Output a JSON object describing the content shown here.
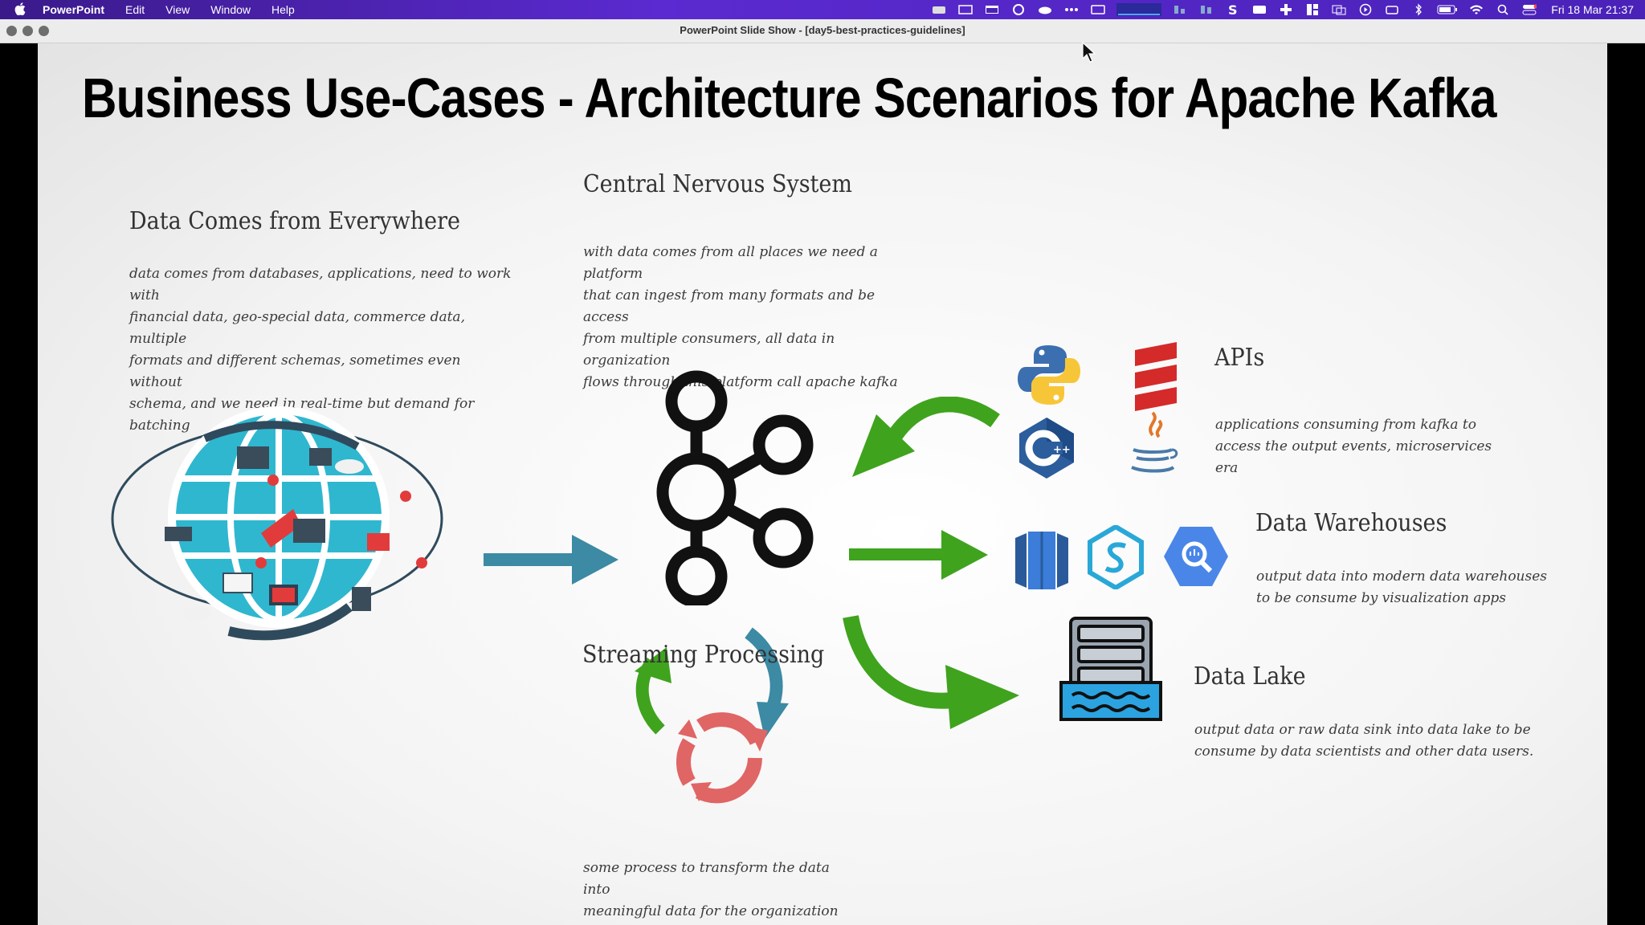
{
  "menubar": {
    "app_name": "PowerPoint",
    "menus": [
      "Edit",
      "View",
      "Window",
      "Help"
    ],
    "clock": "Fri 18 Mar  21:37"
  },
  "window": {
    "title": "PowerPoint Slide Show - [day5-best-practices-guidelines]"
  },
  "slide": {
    "title": "Business Use-Cases - Architecture Scenarios for Apache Kafka",
    "sections": {
      "everywhere": {
        "heading": "Data Comes from Everywhere",
        "lines": [
          "data comes from databases, applications, need to work with",
          "financial data, geo-special data, commerce data, multiple",
          "formats and different schemas, sometimes even without",
          "schema, and we need in real-time but demand for batching"
        ]
      },
      "cns": {
        "heading": "Central Nervous System",
        "lines": [
          "with data comes from all places we need a platform",
          "that can ingest from many formats and be access",
          "from multiple consumers, all data in organization",
          "flows through this platform call apache kafka"
        ]
      },
      "apis": {
        "heading": "APIs",
        "lines": [
          "applications consuming from kafka to",
          "access the output events, microservices era"
        ]
      },
      "warehouses": {
        "heading": "Data Warehouses",
        "lines": [
          "output data into modern data warehouses",
          "to be consume by visualization apps"
        ]
      },
      "lake": {
        "heading": "Data Lake",
        "lines": [
          "output data or raw data sink into data lake to be",
          "consume by data scientists and other data users."
        ]
      },
      "streaming": {
        "heading": "Streaming Processing",
        "lines": [
          "some process to transform the data into",
          "meaningful data for the organization"
        ]
      }
    }
  },
  "colors": {
    "arrow_green": "#3fa31e",
    "arrow_teal": "#3c8aa3",
    "kafka_black": "#111111",
    "cycle_red": "#e06565",
    "menubar_purple": "#4a22b8"
  },
  "icons": [
    "apple-icon",
    "python-icon",
    "scala-icon",
    "cpp-icon",
    "java-icon",
    "redshift-icon",
    "synapse-icon",
    "bigquery-icon",
    "datalake-server-icon",
    "kafka-logo-icon",
    "globe-icon",
    "refresh-cycle-icon"
  ]
}
